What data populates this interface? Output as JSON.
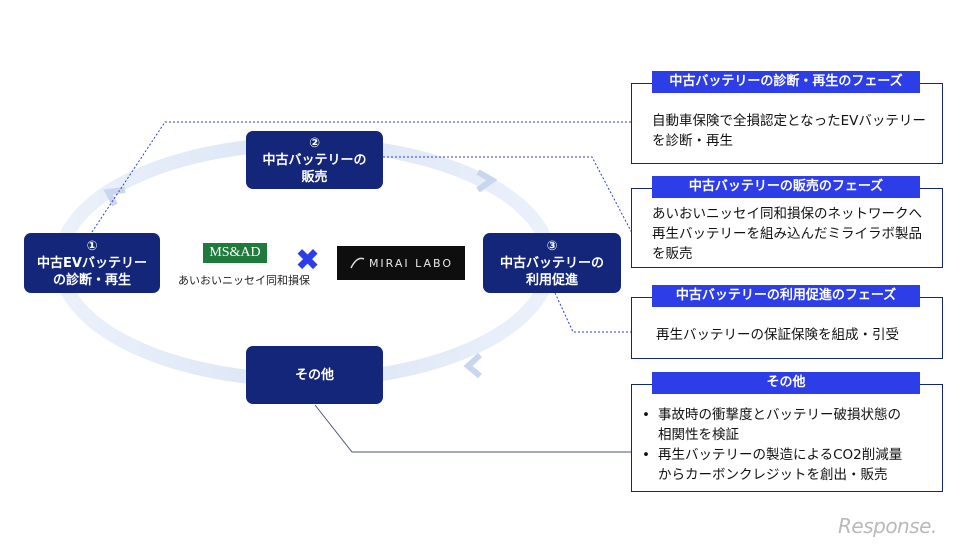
{
  "nodes": {
    "diagnose": {
      "num": "①",
      "line1": "中古EVバッテリー",
      "line2": "の診断・再生"
    },
    "sales": {
      "num": "②",
      "line1": "中古バッテリーの",
      "line2": "販売"
    },
    "promote": {
      "num": "③",
      "line1": "中古バッテリーの",
      "line2": "利用促進"
    },
    "other": {
      "label": "その他"
    }
  },
  "partners": {
    "msad_logo": "MS&AD",
    "msad_caption": "あいおいニッセイ同和損保",
    "cross_symbol": "✖",
    "mirai_logo": "MIRAI LABO"
  },
  "phases": [
    {
      "title": "中古バッテリーの診断・再生のフェーズ",
      "lines": [
        "自動車保険で全損認定となったEVバッテリー",
        "を診断・再生"
      ]
    },
    {
      "title": "中古バッテリーの販売のフェーズ",
      "lines": [
        "あいおいニッセイ同和損保のネットワークへ",
        "再生バッテリーを組み込んだミライラボ製品",
        "を販売"
      ]
    },
    {
      "title": "中古バッテリーの利用促進のフェーズ",
      "lines": [
        "再生バッテリーの保証保険を組成・引受"
      ]
    },
    {
      "title": "その他",
      "bullets": [
        {
          "line1": "事故時の衝撃度とバッテリー破損状態の",
          "line2": "相関性を検証"
        },
        {
          "line1": "再生バッテリーの製造によるCO2削減量",
          "line2": "からカーボンクレジットを創出・販売"
        }
      ]
    }
  ],
  "watermark": "Response.",
  "colors": {
    "node_fill": "#14267a",
    "title_fill": "#2d3ee8",
    "connector": "#2d3ee8",
    "cycle": "#d7e3f3"
  }
}
